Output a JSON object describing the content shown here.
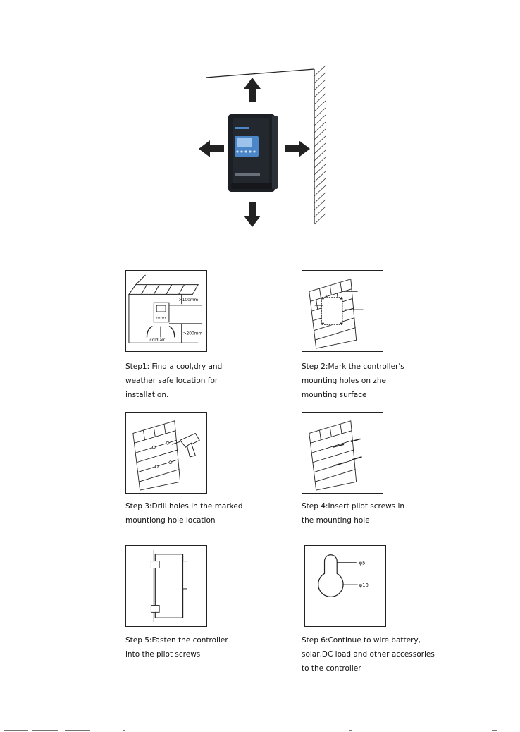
{
  "steps": [
    {
      "id": 1,
      "lines": [
        "Step1: Find a cool,dry and",
        "weather safe location for",
        "installation."
      ]
    },
    {
      "id": 2,
      "lines": [
        "Step 2:Mark the controller's",
        "mounting holes on zhe",
        "mounting surface"
      ]
    },
    {
      "id": 3,
      "lines": [
        "Step 3:Drill holes in the marked",
        "mountiong hole location"
      ]
    },
    {
      "id": 4,
      "lines": [
        "Step 4:Insert pilot screws in",
        "the mounting hole"
      ]
    },
    {
      "id": 5,
      "lines": [
        "Step 5:Fasten the controller",
        "into the pilot screws"
      ]
    },
    {
      "id": 6,
      "lines": [
        "Step 6:Continue to wire battery,",
        "solar,DC load and other accessories",
        "to the controller"
      ]
    }
  ],
  "diagram_labels": {
    "clearance_top": ">100mm",
    "clearance_bottom": ">200mm",
    "cold_air": "cold air",
    "hole_small": "φ5",
    "hole_large": "φ10"
  },
  "icons": [
    "arrow-up-icon",
    "arrow-down-icon",
    "arrow-left-icon",
    "arrow-right-icon"
  ],
  "colors": {
    "controller_body": "#1c1f24",
    "lcd": "#4b86c8",
    "line": "#222222"
  }
}
